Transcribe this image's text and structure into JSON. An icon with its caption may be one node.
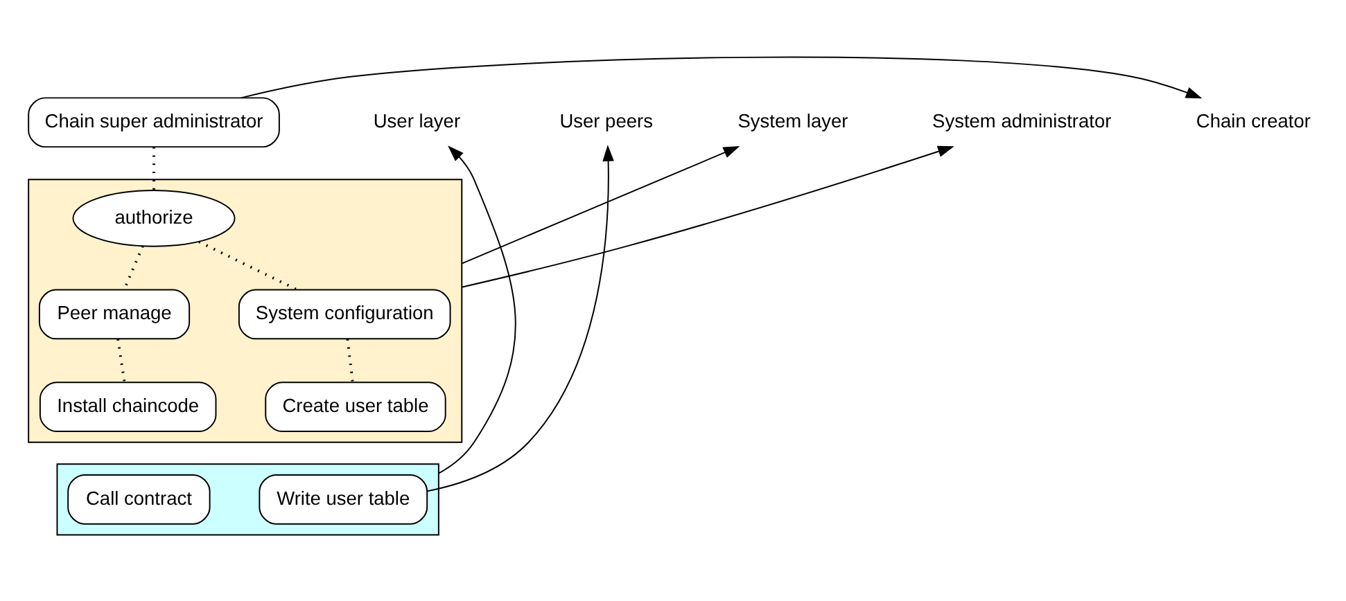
{
  "diagram": {
    "nodes": [
      {
        "text": [
          "Chain super administrator"
        ]
      },
      {
        "text": [],
        "shape": "box"
      },
      {
        "text": [
          "authorize"
        ],
        "in": 1
      },
      {
        "text": [
          "Peer manage"
        ],
        "in": 1
      },
      {
        "text": [
          "System configuration"
        ],
        "in": 1
      },
      {
        "text": [
          "Install chaincode"
        ],
        "in": 1
      },
      {
        "text": [
          "Create user table"
        ],
        "in": 1
      },
      {
        "text": [],
        "shape": "box"
      },
      {
        "text": [
          "Call contract"
        ],
        "in": 7
      },
      {
        "text": [
          "Write user table"
        ],
        "in": 7
      },
      {
        "text": [
          "Chain creator"
        ]
      },
      {
        "text": [
          "System layer"
        ]
      },
      {
        "text": [
          "System administrator"
        ]
      },
      {
        "text": [
          "User layer"
        ]
      },
      {
        "text": [
          "User peers"
        ]
      }
    ],
    "edges": [
      {
        "from": 0,
        "to": 10,
        "arrow": "to"
      },
      {
        "from": 0,
        "to": 2,
        "arrow": "none",
        "style": "dashed"
      },
      {
        "from": 2,
        "to": 3,
        "arrow": "none",
        "style": "dashed"
      },
      {
        "from": 2,
        "to": 4,
        "arrow": "none",
        "style": "dashed"
      },
      {
        "from": 3,
        "to": 5,
        "arrow": "none",
        "style": "dashed"
      },
      {
        "from": 4,
        "to": 6,
        "arrow": "none",
        "style": "dashed"
      },
      {
        "from": 1,
        "to": 11,
        "arrow": "to"
      },
      {
        "from": 1,
        "to": 12,
        "arrow": "to"
      },
      {
        "from": 7,
        "to": 13,
        "arrow": "to"
      },
      {
        "from": 9,
        "to": 14,
        "arrow": "to"
      }
    ]
  }
}
